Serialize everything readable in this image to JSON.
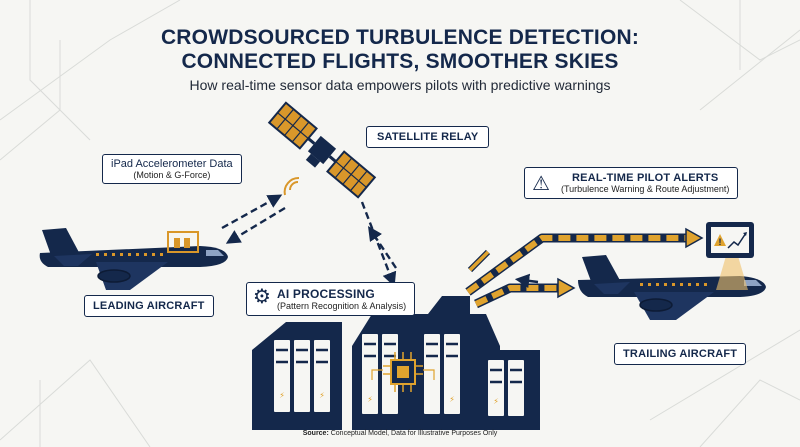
{
  "title_line1": "CROWDSOURCED TURBULENCE DETECTION:",
  "title_line2": "CONNECTED FLIGHTS, SMOOTHER SKIES",
  "subtitle": "How real-time sensor data empowers pilots with predictive warnings",
  "labels": {
    "satellite": "SATELLITE RELAY",
    "ipad_main": "iPad Accelerometer Data",
    "ipad_sub": "(Motion & G-Force)",
    "alerts_main": "REAL-TIME PILOT ALERTS",
    "alerts_sub": "(Turbulence Warning & Route Adjustment)",
    "ai_main": "AI PROCESSING",
    "ai_sub": "(Pattern Recognition & Analysis)",
    "leading": "LEADING AIRCRAFT",
    "trailing": "TRAILING AIRCRAFT"
  },
  "source_label": "Source:",
  "source_text": "Conceptual Model, Data for Illustrative Purposes Only",
  "colors": {
    "navy": "#14284b",
    "accent": "#e0a32e",
    "background": "#f6f6f3"
  },
  "icons": [
    "satellite-icon",
    "warning-icon",
    "gear-icon",
    "chip-icon",
    "tablet-chart-icon",
    "airplane-icon",
    "server-icon"
  ]
}
